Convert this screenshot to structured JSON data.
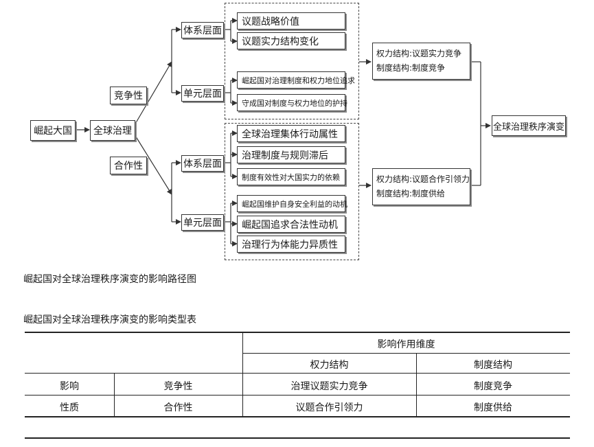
{
  "diagram": {
    "root": "崛起大国",
    "governance": "全球治理",
    "competitive": "竞争性",
    "cooperative": "合作性",
    "comp_system": "体系层面",
    "comp_unit": "单元层面",
    "coop_system": "体系层面",
    "coop_unit": "单元层面",
    "comp_system_items": [
      "议题战略价值",
      "议题实力结构变化"
    ],
    "comp_unit_items": [
      "崛起国对治理制度和权力地位追求",
      "守成国对制度与权力地位的护持"
    ],
    "coop_system_items": [
      "全球治理集体行动属性",
      "治理制度与规则滞后",
      "制度有效性对大国实力的依赖"
    ],
    "coop_unit_items": [
      "崛起国维护自身安全利益的动机",
      "崛起国追求合法性动机",
      "治理行为体能力异质性"
    ],
    "comp_outcome": [
      "权力结构:议题实力竞争",
      "制度结构:制度竞争"
    ],
    "coop_outcome": [
      "权力结构:议题合作引领力",
      "制度结构:制度供给"
    ],
    "final": "全球治理秩序演变"
  },
  "figure_caption": "崛起国对全球治理秩序演变的影响路径图",
  "table": {
    "caption": "崛起国对全球治理秩序演变的影响类型表",
    "header_group": "影响作用维度",
    "header_cols": [
      "权力结构",
      "制度结构"
    ],
    "row_header": [
      "影响",
      "性质"
    ],
    "rows": [
      {
        "type": "竞争性",
        "power": "治理议题实力竞争",
        "institution": "制度竞争"
      },
      {
        "type": "合作性",
        "power": "议题合作引领力",
        "institution": "制度供给"
      }
    ]
  }
}
